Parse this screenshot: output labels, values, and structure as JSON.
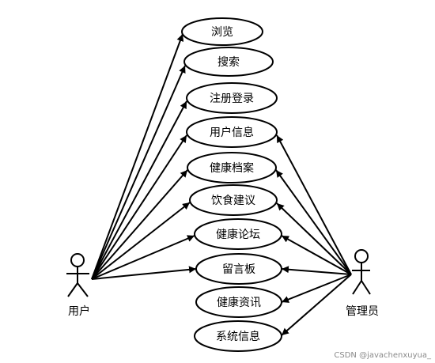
{
  "actors": {
    "user": {
      "label": "用户"
    },
    "admin": {
      "label": "管理员"
    }
  },
  "use_cases": [
    {
      "id": "browse",
      "label": "浏览",
      "actors": [
        "user"
      ]
    },
    {
      "id": "search",
      "label": "搜索",
      "actors": [
        "user"
      ]
    },
    {
      "id": "register-login",
      "label": "注册登录",
      "actors": [
        "user"
      ]
    },
    {
      "id": "user-info",
      "label": "用户信息",
      "actors": [
        "user",
        "admin"
      ]
    },
    {
      "id": "health-record",
      "label": "健康档案",
      "actors": [
        "user",
        "admin"
      ]
    },
    {
      "id": "diet-advice",
      "label": "饮食建议",
      "actors": [
        "user",
        "admin"
      ]
    },
    {
      "id": "health-forum",
      "label": "健康论坛",
      "actors": [
        "user",
        "admin"
      ]
    },
    {
      "id": "message-board",
      "label": "留言板",
      "actors": [
        "user",
        "admin"
      ]
    },
    {
      "id": "health-news",
      "label": "健康资讯",
      "actors": [
        "admin"
      ]
    },
    {
      "id": "system-info",
      "label": "系统信息",
      "actors": [
        "admin"
      ]
    }
  ],
  "watermark": "CSDN @javachenxuyua_"
}
